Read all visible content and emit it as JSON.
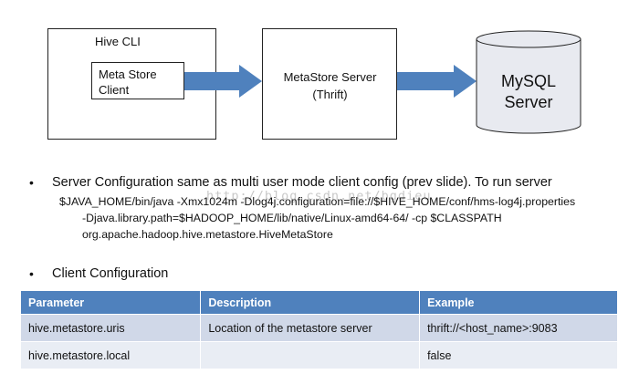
{
  "diagram": {
    "hive_cli_label": "Hive CLI",
    "metastore_client_line1": "Meta Store",
    "metastore_client_line2": "Client",
    "server_line1": "MetaStore Server",
    "server_line2": "(Thrift)",
    "db_line1": "MySQL",
    "db_line2": "Server",
    "arrow_color": "#4f81bd",
    "db_color": "#e8eaf0"
  },
  "bullets": {
    "server_config": "Server Configuration same as multi user mode client config (prev slide). To run server",
    "command_line1": "$JAVA_HOME/bin/java -Xmx1024m -Dlog4j.configuration=file://$HIVE_HOME/conf/hms-log4j.properties",
    "command_line2": "-Djava.library.path=$HADOOP_HOME/lib/native/Linux-amd64-64/ -cp $CLASSPATH",
    "command_line3": "org.apache.hadoop.hive.metastore.HiveMetaStore",
    "client_config": "Client Configuration",
    "bullet_glyph": "•"
  },
  "watermark": "http://blog.csdn.net/bgdieu",
  "table": {
    "header_color": "#4f81bd",
    "headers": [
      "Parameter",
      "Description",
      "Example"
    ],
    "rows": [
      [
        "hive.metastore.uris",
        "Location of the metastore server",
        "thrift://<host_name>:9083"
      ],
      [
        "hive.metastore.local",
        "",
        "false"
      ]
    ]
  }
}
